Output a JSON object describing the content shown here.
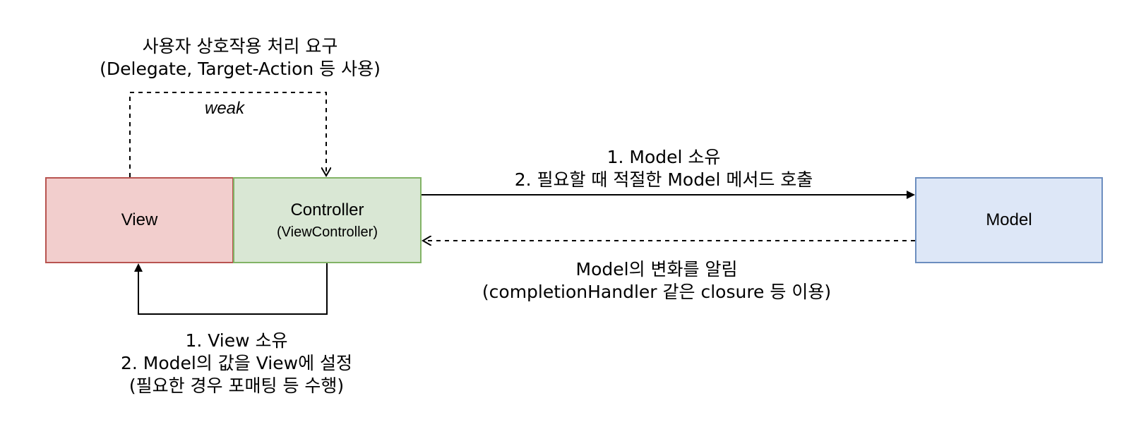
{
  "nodes": {
    "view": {
      "title": "View"
    },
    "controller": {
      "title": "Controller",
      "subtitle": "(ViewController)"
    },
    "model": {
      "title": "Model"
    }
  },
  "edges": {
    "view_to_controller": {
      "style": "dashed",
      "label_lines": [
        "사용자 상호작용 처리 요구",
        "(Delegate, Target-Action 등 사용)"
      ],
      "tag": "weak"
    },
    "controller_to_model": {
      "style": "solid",
      "label_lines": [
        "1. Model 소유",
        "2. 필요할 때 적절한 Model 메서드 호출"
      ]
    },
    "model_to_controller": {
      "style": "dashed",
      "label_lines": [
        "Model의 변화를 알림",
        "(completionHandler 같은 closure 등 이용)"
      ]
    },
    "controller_to_view": {
      "style": "solid",
      "label_lines": [
        "1. View 소유",
        "2. Model의 값을 View에 설정",
        "(필요한 경우 포매팅 등 수행)"
      ]
    }
  },
  "colors": {
    "view_fill": "#f2cecd",
    "view_stroke": "#b85450",
    "controller_fill": "#d9e7d4",
    "controller_stroke": "#82b366",
    "model_fill": "#dde7f7",
    "model_stroke": "#6c8ebf"
  }
}
